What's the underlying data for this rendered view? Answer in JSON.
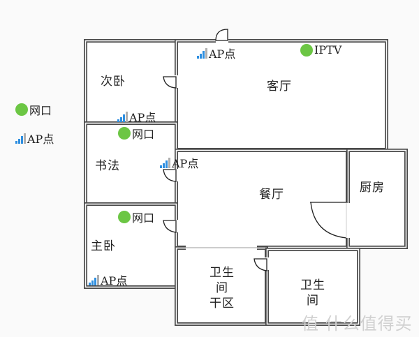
{
  "legend": {
    "items": [
      {
        "icon": "network-port-dot",
        "label": "网口",
        "color": "#6cc644"
      },
      {
        "icon": "ap-signal-bars",
        "label": "AP点",
        "colors": [
          "#2f8fe0",
          "#b0b0b0"
        ]
      }
    ]
  },
  "rooms": {
    "second_bedroom": {
      "label": "次卧"
    },
    "living_room": {
      "label": "客厅"
    },
    "study": {
      "label": "书法"
    },
    "dining_room": {
      "label": "餐厅"
    },
    "kitchen": {
      "label": "厨房"
    },
    "master_bedroom": {
      "label": "主卧"
    },
    "bathroom_dry": {
      "label_lines": [
        "卫生",
        "间",
        "干区"
      ]
    },
    "bathroom": {
      "label_lines": [
        "卫生",
        "间"
      ]
    }
  },
  "markers": {
    "ap_living_room": {
      "type": "ap",
      "label": "AP点"
    },
    "iptv_living_room": {
      "type": "port",
      "label": "IPTV"
    },
    "ap_second_bedroom": {
      "type": "ap",
      "label": "AP点"
    },
    "port_study": {
      "type": "port",
      "label": "网口"
    },
    "ap_study": {
      "type": "ap",
      "label": "AP点"
    },
    "port_master_bedroom": {
      "type": "port",
      "label": "网口"
    },
    "ap_master_bedroom": {
      "type": "ap",
      "label": "AP点"
    }
  },
  "colors": {
    "wall": "#4a4a4a",
    "port": "#6cc644",
    "ap_active": "#2f8fe0",
    "ap_inactive": "#b0b0b0"
  },
  "watermark": "值 什么值得买"
}
